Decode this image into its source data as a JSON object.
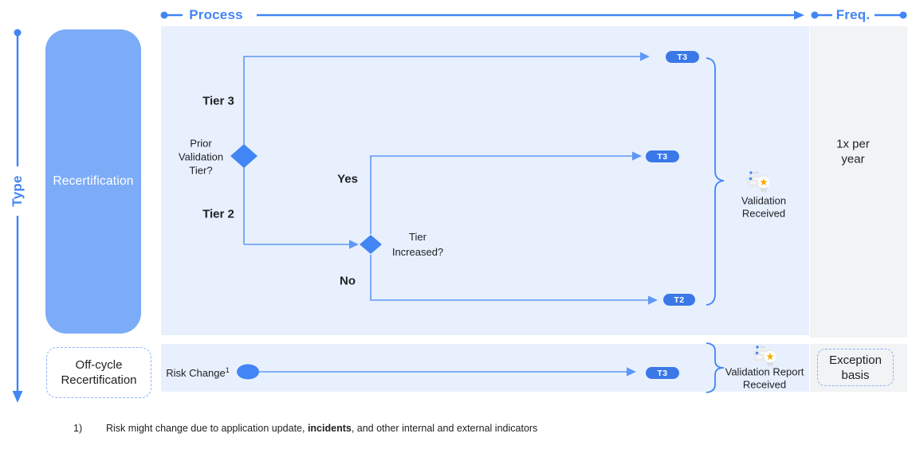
{
  "axes": {
    "process": "Process",
    "freq": "Freq.",
    "type": "Type"
  },
  "type_column": {
    "recertification": "Recertification",
    "off_cycle": "Off-cycle\nRecertification"
  },
  "recert_flow": {
    "tier3_label": "Tier 3",
    "tier2_label": "Tier 2",
    "prior_question": "Prior\nValidation\nTier?",
    "yes_label": "Yes",
    "no_label": "No",
    "increased_question": "Tier\nIncreased?",
    "badge_tier3_top": "T3",
    "badge_tier3_mid": "T3",
    "badge_tier2": "T2",
    "outcome": "Validation\nReceived"
  },
  "offcycle_flow": {
    "trigger": "Risk Change",
    "trigger_sup": "1",
    "badge": "T3",
    "outcome": "Validation Report\nReceived"
  },
  "frequency": {
    "recertification": "1x per\nyear",
    "off_cycle": "Exception\nbasis"
  },
  "footnote": {
    "marker": "1)",
    "text_pre": "Risk might change due to application update, ",
    "text_bold": "incidents",
    "text_post": ", and other internal and external indicators"
  },
  "colors": {
    "accent_blue": "#4285F4",
    "connector_blue": "#5E97F6",
    "pill_blue": "#3B78E7",
    "recert_box_blue": "#7CACF8",
    "panel_blue": "#E8F0FE",
    "panel_gray": "#F1F3F4",
    "dashed_border_blue": "#8AB4F8",
    "star_yellow": "#F9AB00",
    "text_dark": "#202124"
  }
}
